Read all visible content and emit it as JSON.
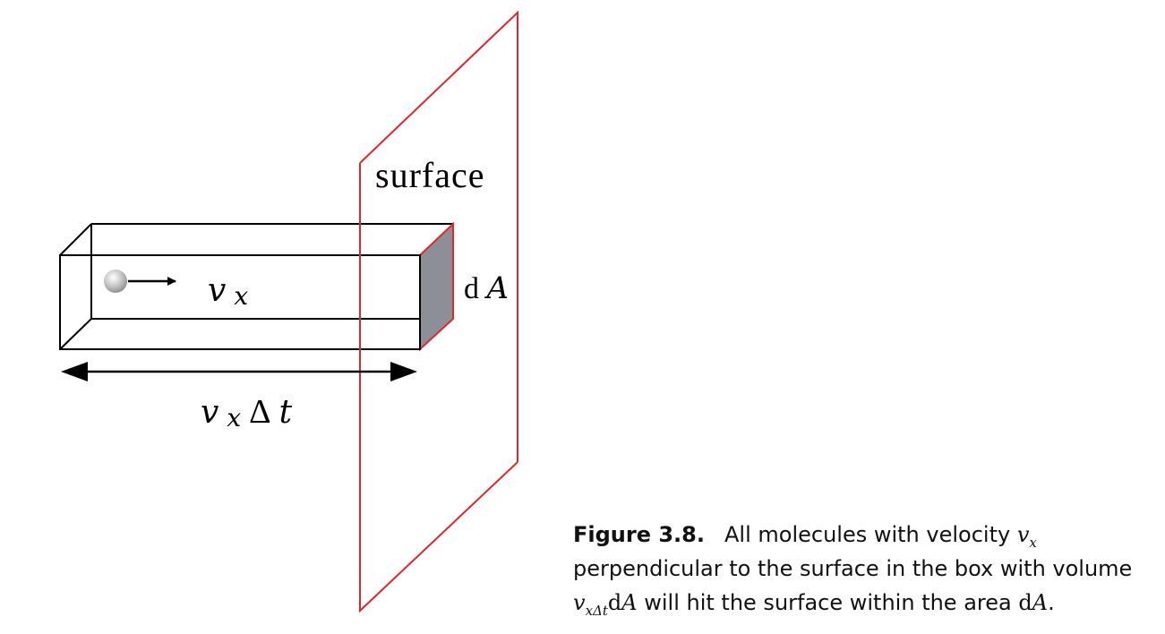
{
  "diagram": {
    "surface_label": "surface",
    "dA_label_d": "d",
    "dA_label_A": "A",
    "velocity_label_v": "v",
    "velocity_label_sub": "x",
    "span_label_v": "v",
    "span_label_sub": "x",
    "span_label_delta": "Δ",
    "span_label_t": "t",
    "colors": {
      "surface_outline": "#e0262b",
      "area_fill": "#8c9096",
      "box_lines": "#000000",
      "molecule": "#b8b8b8"
    }
  },
  "caption": {
    "label": "Figure 3.8.",
    "line1_text": "All molecules with velocity ",
    "line1_v": "v",
    "line1_sub": "x",
    "line2_text": "perpendicular to the surface in the box with volume",
    "line3_v": "v",
    "line3_sub": "xΔt",
    "line3_dA_d": "d",
    "line3_dA_A": "A",
    "line3_text": " will hit the surface within the area ",
    "line3_end_d": "d",
    "line3_end_A": "A",
    "line3_period": "."
  }
}
